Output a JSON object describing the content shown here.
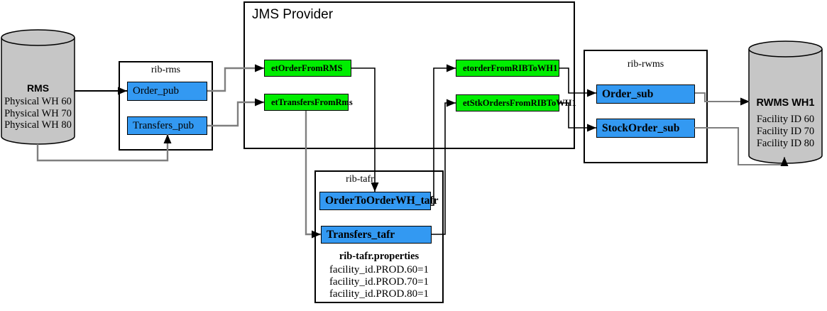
{
  "colors": {
    "topic_green": "#00ee00",
    "adapter_blue": "#3399f2",
    "db_gray": "#c6c6c6"
  },
  "jms": {
    "title": "JMS Provider"
  },
  "rms_db": {
    "title": "RMS",
    "lines": [
      "Physical WH 60",
      "Physical WH 70",
      "Physical WH 80"
    ]
  },
  "rwms_db": {
    "title": "RWMS WH1",
    "lines": [
      "Facility ID 60",
      "Facility ID 70",
      "Facility ID 80"
    ]
  },
  "rib_rms": {
    "title": "rib-rms",
    "order_pub": "Order_pub",
    "transfers_pub": "Transfers_pub"
  },
  "rib_rwms": {
    "title": "rib-rwms",
    "order_sub": "Order_sub",
    "stockorder_sub": "StockOrder_sub"
  },
  "rib_tafr": {
    "title": "rib-tafr",
    "order_tafr": "OrderToOrderWH_tafr",
    "transfers_tafr": "Transfers_tafr",
    "properties_title": "rib-tafr.properties",
    "properties": [
      "facility_id.PROD.60=1",
      "facility_id.PROD.70=1",
      "facility_id.PROD.80=1"
    ]
  },
  "topics": {
    "et_order_from_rms": "etOrderFromRMS",
    "et_transfers_from_rms": "etTransfersFromRms",
    "et_order_from_rib_to_wh1": "etorderFromRIBToWH1",
    "et_stk_orders_from_rib_to_wh1": "etStkOrdersFromRIBToWH1"
  }
}
